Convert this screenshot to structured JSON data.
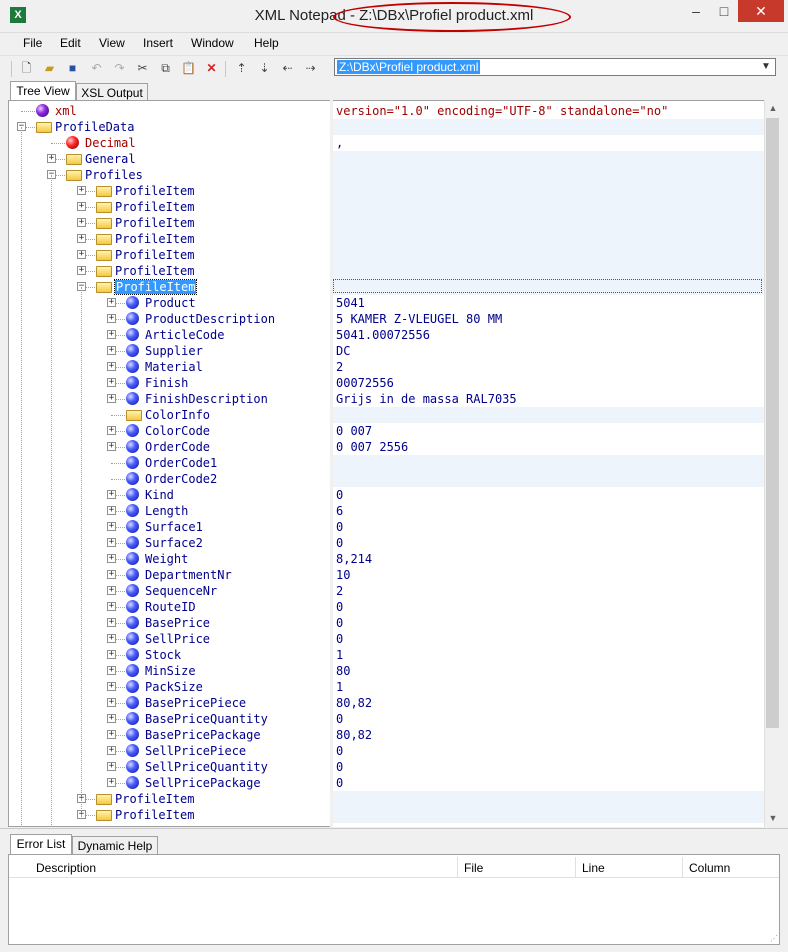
{
  "window": {
    "title": "XML Notepad - Z:\\DBx\\Profiel product.xml",
    "icon_letter": "X",
    "min": "–",
    "max": "□",
    "close": "✕"
  },
  "menu": [
    "File",
    "Edit",
    "View",
    "Insert",
    "Window",
    "Help"
  ],
  "address": "Z:\\DBx\\Profiel product.xml",
  "tabs": {
    "tree": "Tree View",
    "xsl": "XSL Output"
  },
  "tree": [
    {
      "label": "xml",
      "icon": "purple",
      "indent": 0,
      "expander": "",
      "red": true
    },
    {
      "label": "ProfileData",
      "icon": "folder",
      "indent": 0,
      "expander": "-",
      "red": false
    },
    {
      "label": "Decimal",
      "icon": "red",
      "indent": 1,
      "expander": "",
      "red": true
    },
    {
      "label": "General",
      "icon": "folder",
      "indent": 1,
      "expander": "+",
      "red": false
    },
    {
      "label": "Profiles",
      "icon": "folder",
      "indent": 1,
      "expander": "-",
      "red": false
    },
    {
      "label": "ProfileItem",
      "icon": "folder",
      "indent": 2,
      "expander": "+",
      "red": false
    },
    {
      "label": "ProfileItem",
      "icon": "folder",
      "indent": 2,
      "expander": "+",
      "red": false
    },
    {
      "label": "ProfileItem",
      "icon": "folder",
      "indent": 2,
      "expander": "+",
      "red": false
    },
    {
      "label": "ProfileItem",
      "icon": "folder",
      "indent": 2,
      "expander": "+",
      "red": false
    },
    {
      "label": "ProfileItem",
      "icon": "folder",
      "indent": 2,
      "expander": "+",
      "red": false
    },
    {
      "label": "ProfileItem",
      "icon": "folder",
      "indent": 2,
      "expander": "+",
      "red": false
    },
    {
      "label": "ProfileItem",
      "icon": "folder",
      "indent": 2,
      "expander": "-",
      "red": false,
      "selected": true
    },
    {
      "label": "Product",
      "icon": "blue",
      "indent": 3,
      "expander": "+"
    },
    {
      "label": "ProductDescription",
      "icon": "blue",
      "indent": 3,
      "expander": "+"
    },
    {
      "label": "ArticleCode",
      "icon": "blue",
      "indent": 3,
      "expander": "+"
    },
    {
      "label": "Supplier",
      "icon": "blue",
      "indent": 3,
      "expander": "+"
    },
    {
      "label": "Material",
      "icon": "blue",
      "indent": 3,
      "expander": "+"
    },
    {
      "label": "Finish",
      "icon": "blue",
      "indent": 3,
      "expander": "+"
    },
    {
      "label": "FinishDescription",
      "icon": "blue",
      "indent": 3,
      "expander": "+"
    },
    {
      "label": "ColorInfo",
      "icon": "folder",
      "indent": 3,
      "expander": ""
    },
    {
      "label": "ColorCode",
      "icon": "blue",
      "indent": 3,
      "expander": "+"
    },
    {
      "label": "OrderCode",
      "icon": "blue",
      "indent": 3,
      "expander": "+"
    },
    {
      "label": "OrderCode1",
      "icon": "blue",
      "indent": 3,
      "expander": ""
    },
    {
      "label": "OrderCode2",
      "icon": "blue",
      "indent": 3,
      "expander": ""
    },
    {
      "label": "Kind",
      "icon": "blue",
      "indent": 3,
      "expander": "+"
    },
    {
      "label": "Length",
      "icon": "blue",
      "indent": 3,
      "expander": "+"
    },
    {
      "label": "Surface1",
      "icon": "blue",
      "indent": 3,
      "expander": "+"
    },
    {
      "label": "Surface2",
      "icon": "blue",
      "indent": 3,
      "expander": "+"
    },
    {
      "label": "Weight",
      "icon": "blue",
      "indent": 3,
      "expander": "+"
    },
    {
      "label": "DepartmentNr",
      "icon": "blue",
      "indent": 3,
      "expander": "+"
    },
    {
      "label": "SequenceNr",
      "icon": "blue",
      "indent": 3,
      "expander": "+"
    },
    {
      "label": "RouteID",
      "icon": "blue",
      "indent": 3,
      "expander": "+"
    },
    {
      "label": "BasePrice",
      "icon": "blue",
      "indent": 3,
      "expander": "+"
    },
    {
      "label": "SellPrice",
      "icon": "blue",
      "indent": 3,
      "expander": "+"
    },
    {
      "label": "Stock",
      "icon": "blue",
      "indent": 3,
      "expander": "+"
    },
    {
      "label": "MinSize",
      "icon": "blue",
      "indent": 3,
      "expander": "+"
    },
    {
      "label": "PackSize",
      "icon": "blue",
      "indent": 3,
      "expander": "+"
    },
    {
      "label": "BasePricePiece",
      "icon": "blue",
      "indent": 3,
      "expander": "+"
    },
    {
      "label": "BasePriceQuantity",
      "icon": "blue",
      "indent": 3,
      "expander": "+"
    },
    {
      "label": "BasePricePackage",
      "icon": "blue",
      "indent": 3,
      "expander": "+"
    },
    {
      "label": "SellPricePiece",
      "icon": "blue",
      "indent": 3,
      "expander": "+"
    },
    {
      "label": "SellPriceQuantity",
      "icon": "blue",
      "indent": 3,
      "expander": "+"
    },
    {
      "label": "SellPricePackage",
      "icon": "blue",
      "indent": 3,
      "expander": "+"
    },
    {
      "label": "ProfileItem",
      "icon": "folder",
      "indent": 2,
      "expander": "+"
    },
    {
      "label": "ProfileItem",
      "icon": "folder",
      "indent": 2,
      "expander": "+"
    }
  ],
  "values": [
    "version=\"1.0\" encoding=\"UTF-8\" standalone=\"no\"",
    "",
    ",",
    "",
    "",
    "",
    "",
    "",
    "",
    "",
    "",
    "",
    "5041",
    "5 KAMER Z-VLEUGEL 80 MM",
    "5041.00072556",
    "DC",
    "2",
    "00072556",
    "Grijs in de massa RAL7035",
    "",
    "0 007",
    "0 007 2556",
    "",
    "",
    "0",
    "6",
    "0",
    "0",
    "8,214",
    "10",
    "2",
    "0",
    "0",
    "0",
    "1",
    "80",
    "1",
    "80,82",
    "0",
    "80,82",
    "0",
    "0",
    "0",
    "",
    ""
  ],
  "bottom_tabs": {
    "errors": "Error List",
    "dynhelp": "Dynamic Help"
  },
  "error_columns": [
    "Description",
    "File",
    "Line",
    "Column"
  ],
  "colors": {
    "selection": "#3399ff",
    "close_button": "#c7392b",
    "annotation_oval": "#c00000"
  }
}
